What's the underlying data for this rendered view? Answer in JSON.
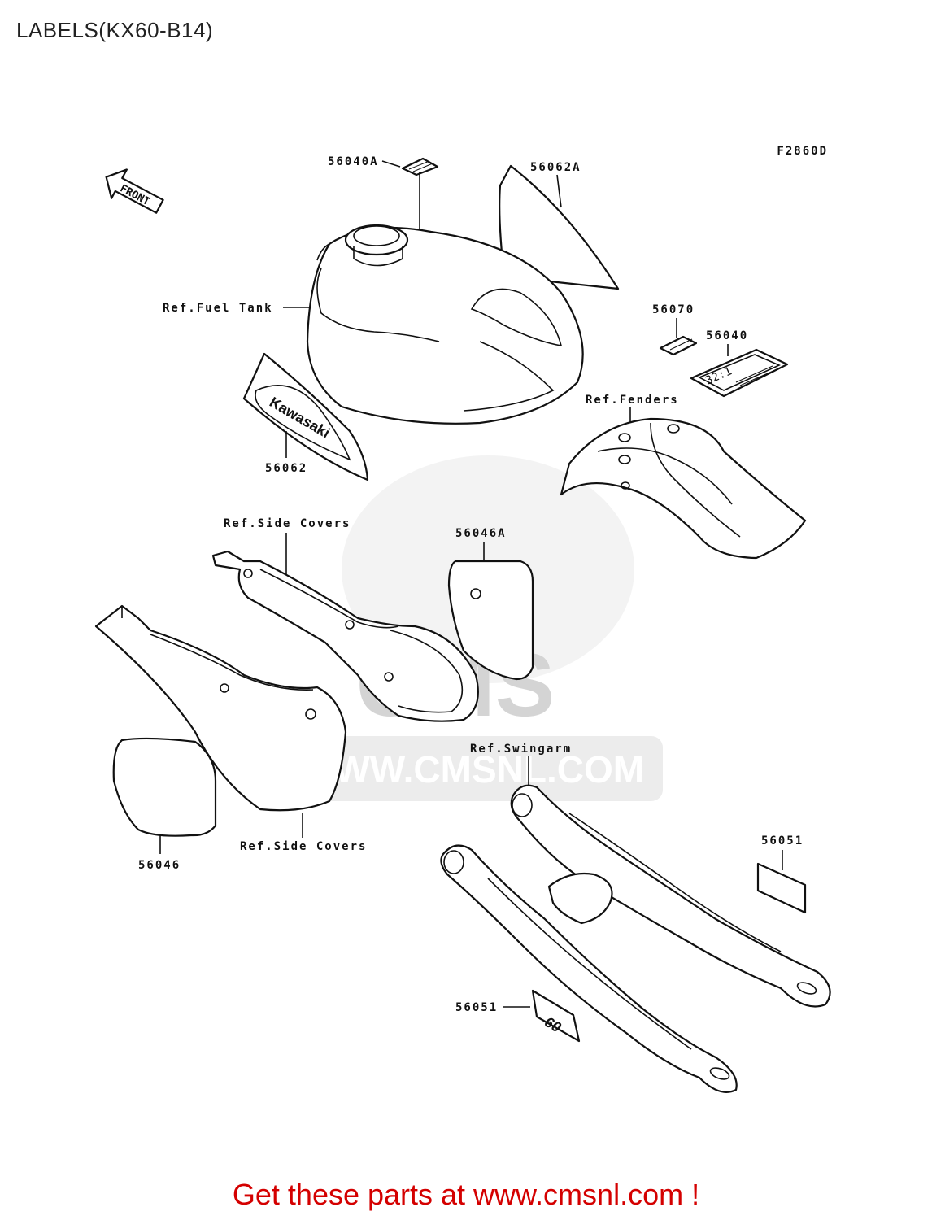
{
  "page": {
    "title": "LABELS(KX60-B14)",
    "figure_code": "F2860D",
    "footer": "Get these parts at www.cmsnl.com !"
  },
  "watermark": {
    "brand": "CMS",
    "url": "WWW.CMSNL.COM"
  },
  "arrow": {
    "label": "FRONT"
  },
  "labels": {
    "p56040A": "56040A",
    "p56062A": "56062A",
    "p56070": "56070",
    "p56040": "56040",
    "p56062": "56062",
    "p56046A": "56046A",
    "p56046": "56046",
    "p56051_top": "56051",
    "p56051_bottom": "56051",
    "ref_fuel_tank": "Ref.Fuel Tank",
    "ref_fenders": "Ref.Fenders",
    "ref_side_covers_top": "Ref.Side Covers",
    "ref_side_covers_bottom": "Ref.Side Covers",
    "ref_swingarm": "Ref.Swingarm"
  },
  "decal_text": {
    "kawasaki": "Kawasaki",
    "ratio": "32:1",
    "model": "60"
  }
}
